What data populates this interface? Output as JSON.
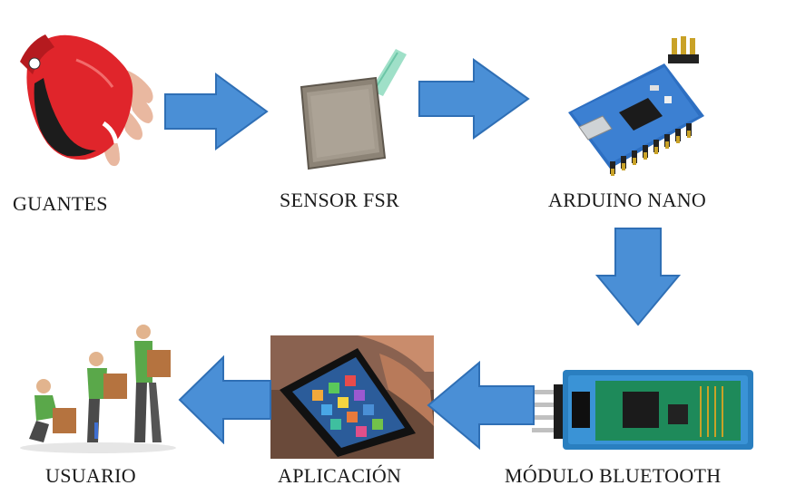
{
  "diagram": {
    "nodes": [
      {
        "id": "guantes",
        "label": "GUANTES",
        "icon": "glove-icon"
      },
      {
        "id": "sensor",
        "label": "SENSOR FSR",
        "icon": "fsr-sensor-icon"
      },
      {
        "id": "arduino",
        "label": "ARDUINO NANO",
        "icon": "arduino-board-icon"
      },
      {
        "id": "bluetooth",
        "label": "MÓDULO BLUETOOTH",
        "icon": "bluetooth-module-icon"
      },
      {
        "id": "aplicacion",
        "label": "APLICACIÓN",
        "icon": "smartphone-icon"
      },
      {
        "id": "usuario",
        "label": "USUARIO",
        "icon": "lifting-posture-icon"
      }
    ],
    "edges": [
      {
        "from": "guantes",
        "to": "sensor",
        "direction": "right"
      },
      {
        "from": "sensor",
        "to": "arduino",
        "direction": "right"
      },
      {
        "from": "arduino",
        "to": "bluetooth",
        "direction": "down"
      },
      {
        "from": "bluetooth",
        "to": "aplicacion",
        "direction": "left"
      },
      {
        "from": "aplicacion",
        "to": "usuario",
        "direction": "left"
      }
    ],
    "colors": {
      "arrow": "#4a8fd6",
      "arrow_edge": "#2f6fb5",
      "glove": "#e0252b",
      "board": "#2d6fc2"
    }
  }
}
